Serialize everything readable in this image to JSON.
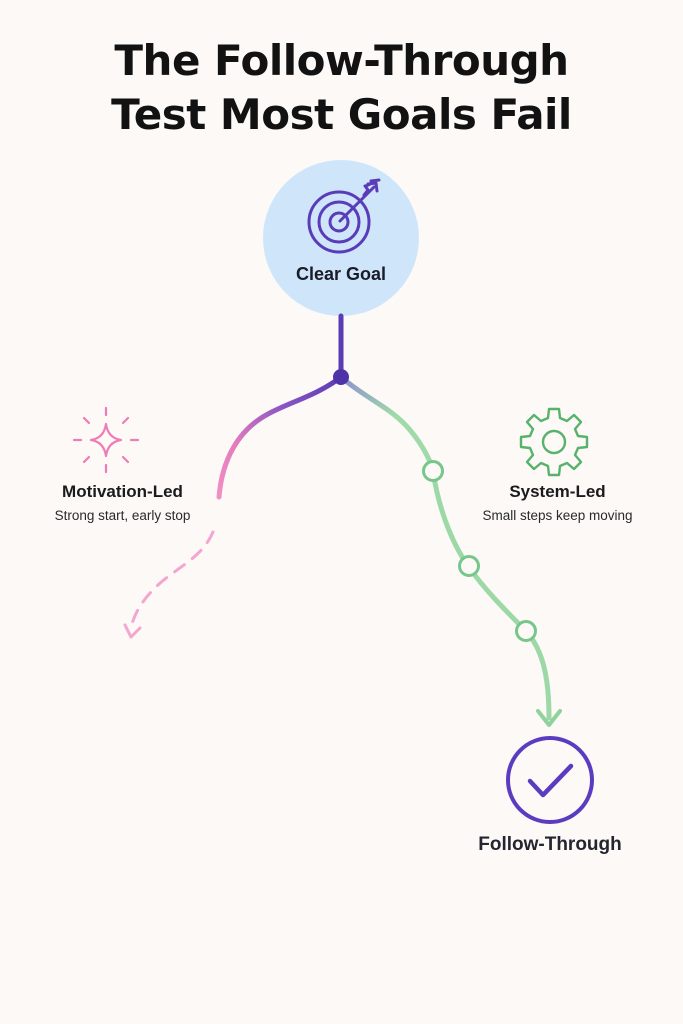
{
  "title": {
    "line1": "The Follow-Through",
    "line2": "Test Most Goals Fail"
  },
  "goal": {
    "label": "Clear Goal",
    "icon": "target-arrow-icon",
    "color": "#cfe6fa"
  },
  "branches": [
    {
      "title": "Motivation-Led",
      "subtitle": "Strong start, early stop",
      "icon": "sparkle-icon",
      "color": "#ef86bd",
      "outcome": "dead-end"
    },
    {
      "title": "System-Led",
      "subtitle": "Small steps keep moving",
      "icon": "gear-icon",
      "color": "#7ac98c",
      "steps": 3,
      "outcome": "follow-through"
    }
  ],
  "outcome": {
    "label": "Follow-Through",
    "icon": "checkmark-icon",
    "color": "#5b3cc0"
  },
  "colors": {
    "background": "#fcf9f7",
    "stem": "#5b3cb4",
    "goal_circle": "#cfe6fa",
    "motivation_path": "#ef86bd",
    "system_path": "#9dd9a7",
    "system_icon": "#58b26c",
    "check": "#5b3cc0"
  }
}
